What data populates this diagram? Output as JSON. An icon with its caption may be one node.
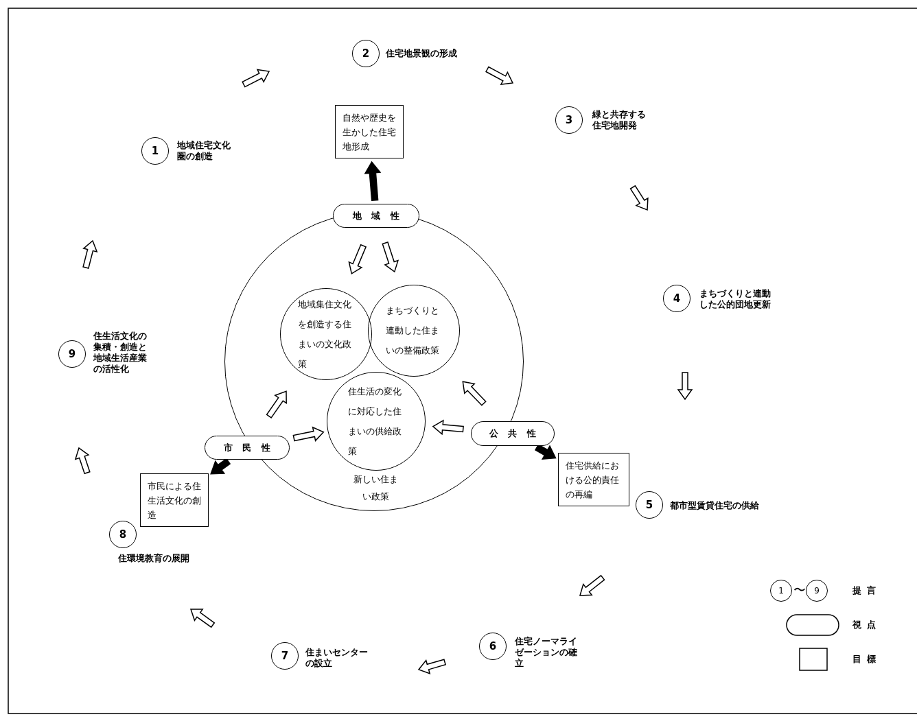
{
  "diagram": {
    "nodes": [
      {
        "text": [
          "1"
        ],
        "beside": [
          "地域住宅文化圏の創造"
        ]
      },
      {
        "text": [
          "2"
        ],
        "beside": [
          "住宅地景観の形成"
        ]
      },
      {
        "text": [
          "3"
        ],
        "beside": [
          "緑と共存する住宅地開発"
        ]
      },
      {
        "text": [
          "4"
        ],
        "beside": [
          "まちづくりと連動した公的団地更新"
        ]
      },
      {
        "text": [
          "5"
        ],
        "beside": [
          "都市型賃貸住宅の供給"
        ]
      },
      {
        "text": [
          "6"
        ],
        "beside": [
          "住宅ノーマライゼーションの確立"
        ]
      },
      {
        "text": [
          "7"
        ],
        "beside": [
          "住まいセンターの設立"
        ]
      },
      {
        "text": [
          "8"
        ],
        "beside": [
          "住環境教育の展開"
        ]
      },
      {
        "text": [
          "9"
        ],
        "beside": [
          "住生活文化の集積・創造と地域生活産業の活性化"
        ]
      },
      {
        "text": [
          "新しい住まい政策"
        ]
      },
      {
        "text": [
          "地域集住文化を創造する住まいの文化政策"
        ],
        "in": 9
      },
      {
        "text": [
          "まちづくりと連動した住まいの整備政策"
        ],
        "in": 9
      },
      {
        "text": [
          "住生活の変化に対応した住まいの供給政策"
        ],
        "in": 9
      },
      {
        "text": [
          "地域性"
        ]
      },
      {
        "text": [
          "市民性"
        ]
      },
      {
        "text": [
          "公共性"
        ]
      },
      {
        "text": [
          "自然や歴史を生かした住宅地形成"
        ]
      },
      {
        "text": [
          "市民による住生活文化の創造"
        ]
      },
      {
        "text": [
          "住宅供給における公的責任の再編"
        ]
      }
    ],
    "edges": [
      {
        "from": 13,
        "to": 16,
        "arrow": "to",
        "style": "thick"
      },
      {
        "from": 13,
        "to": 10,
        "arrow": "to"
      },
      {
        "from": 13,
        "to": 11,
        "arrow": "to"
      },
      {
        "from": 14,
        "to": 10,
        "arrow": "to"
      },
      {
        "from": 14,
        "to": 12,
        "arrow": "to"
      },
      {
        "from": 15,
        "to": 11,
        "arrow": "to"
      },
      {
        "from": 15,
        "to": 12,
        "arrow": "to"
      },
      {
        "from": 14,
        "to": 17,
        "arrow": "to",
        "style": "thick"
      },
      {
        "from": 15,
        "to": 18,
        "arrow": "to",
        "style": "thick"
      }
    ],
    "labels": [
      "1",
      "〜",
      "9"
    ],
    "legend": [
      {
        "text": "提言"
      },
      {
        "text": "視点"
      },
      {
        "text": "目標"
      }
    ]
  }
}
